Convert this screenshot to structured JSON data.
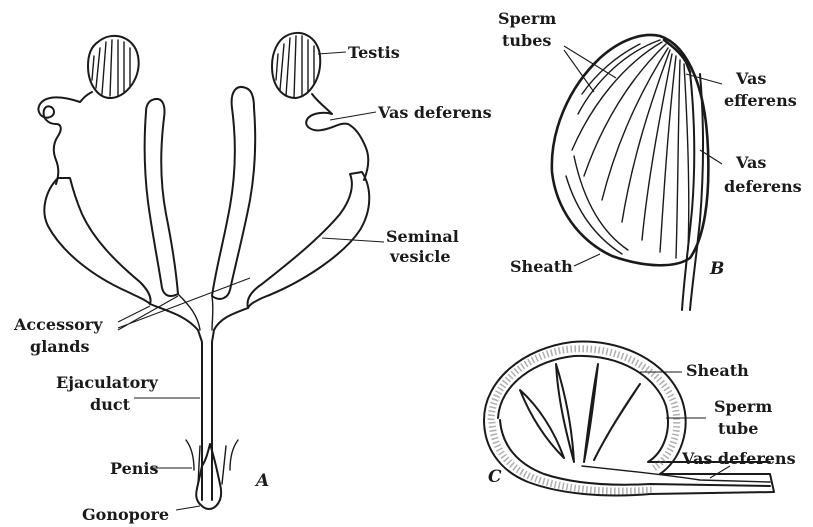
{
  "colors": {
    "ink": "#1a1a1a",
    "paper": "#ffffff",
    "stipple": "#6e6e6e"
  },
  "panels": {
    "a": "A",
    "b": "B",
    "c": "C"
  },
  "labels": {
    "testis": "Testis",
    "vas_deferens_a": "Vas deferens",
    "seminal_vesicle": [
      "Seminal",
      "vesicle"
    ],
    "accessory_glands": [
      "Accessory",
      "glands"
    ],
    "ejaculatory_duct": [
      "Ejaculatory",
      "duct"
    ],
    "penis": "Penis",
    "gonopore": "Gonopore",
    "sperm_tubes": [
      "Sperm",
      "tubes"
    ],
    "vas_efferens": [
      "Vas",
      "efferens"
    ],
    "vas_deferens_b": [
      "Vas",
      "deferens"
    ],
    "sheath_b": "Sheath",
    "sheath_c": "Sheath",
    "sperm_tube_c": [
      "Sperm",
      "tube"
    ],
    "vas_deferens_c": "Vas deferens"
  }
}
